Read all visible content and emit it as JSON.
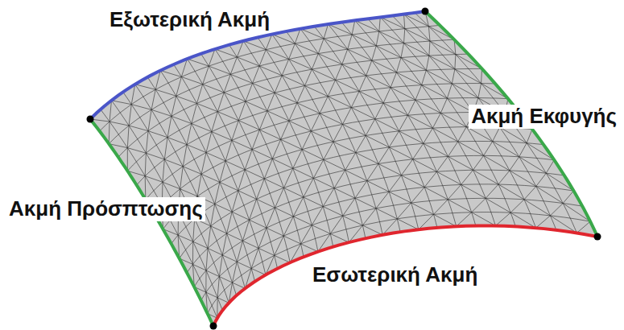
{
  "diagram": {
    "labels": [
      "Εξωτερική Ακμή",
      "Ακμή Εκφυγής",
      "Ακμή Πρόσπτωσης",
      "Εσωτερική Ακμή"
    ]
  }
}
